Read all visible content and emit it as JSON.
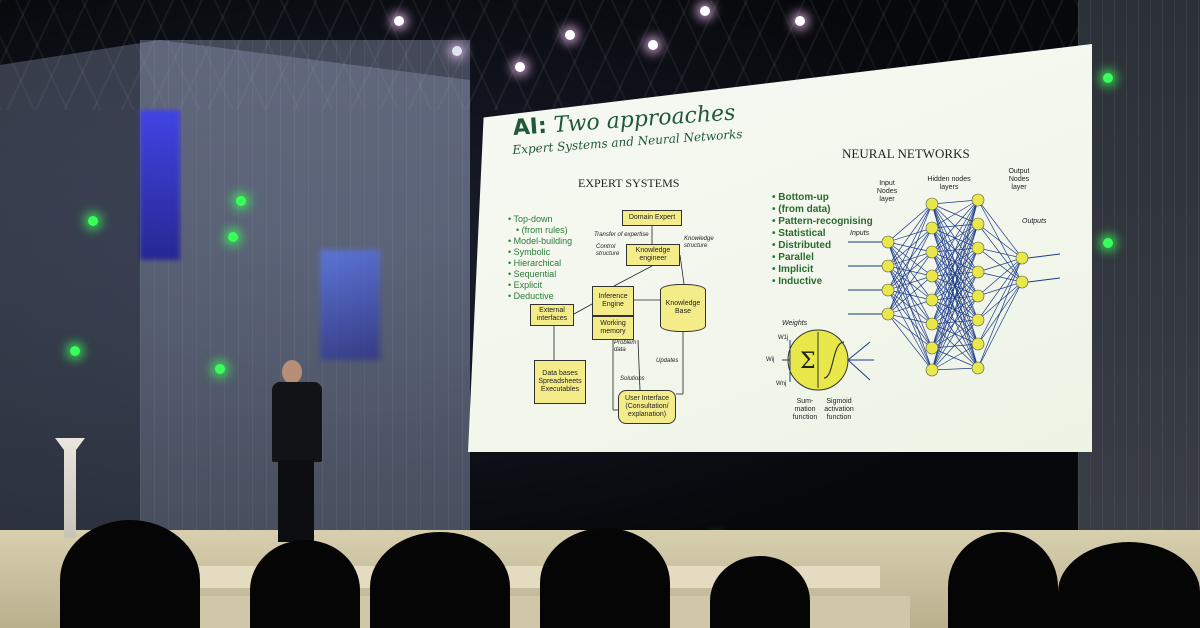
{
  "slide": {
    "title_bold": "AI:",
    "title_rest": "Two approaches",
    "subtitle": "Expert Systems and Neural Networks",
    "expert_heading": "EXPERT SYSTEMS",
    "neural_heading": "NEURAL NETWORKS",
    "expert_bullets": [
      "Top-down",
      "(from rules)",
      "Model-building",
      "Symbolic",
      "Hierarchical",
      "Sequential",
      "Explicit",
      "Deductive"
    ],
    "neural_bullets": [
      "Bottom-up",
      "(from data)",
      "Pattern-recognising",
      "Statistical",
      "Distributed",
      "Parallel",
      "Implicit",
      "Inductive"
    ],
    "boxes": {
      "domain_expert": "Domain Expert",
      "knowledge_engineer": "Knowledge engineer",
      "inference_engine": "Inference Engine",
      "working_memory": "Working memory",
      "knowledge_base": "Knowledge Base",
      "external_interfaces": "External interfaces",
      "databases": "Data bases Spreadsheets Executables",
      "user_interface": "User Interface (Consultation/ explanation)"
    },
    "labels": {
      "transfer": "Transfer of expertise",
      "control": "Control structure",
      "knowledge_structure": "Knowledge structure",
      "problem_data": "Problem data",
      "solutions": "Solutions",
      "updates": "Updates"
    },
    "nn_labels": {
      "input_layer": "Input Nodes layer",
      "hidden_layer": "Hidden nodes layers",
      "output_layer": "Output Nodes layer",
      "inputs": "Inputs",
      "outputs": "Outputs",
      "weights": "Weights",
      "summation": "Sum- mation function",
      "sigmoid": "Sigmoid activation function",
      "w1": "W1j",
      "w2": "Wij",
      "w3": "Wnj"
    }
  },
  "colors": {
    "slide_bg": "#f4f7ee",
    "title_green": "#1f5a35",
    "node_yellow": "#e8e84a",
    "box_yellow": "#f4ec88",
    "stage_light": "#39ff5a"
  }
}
